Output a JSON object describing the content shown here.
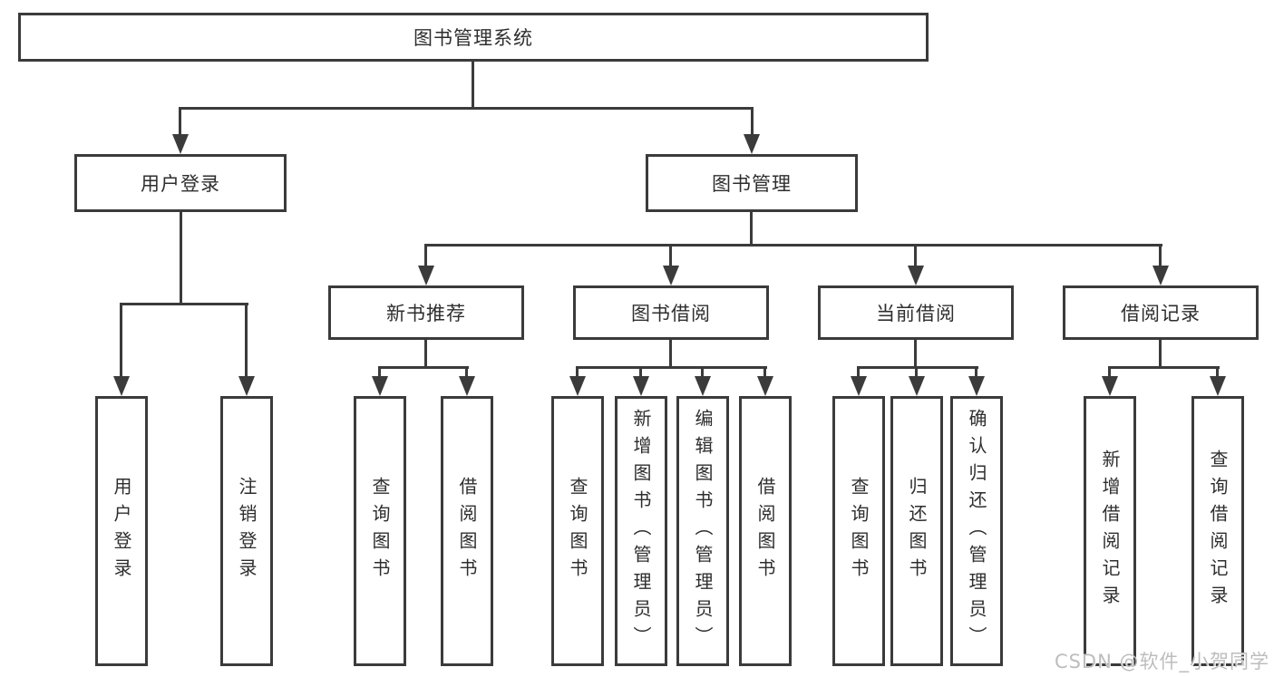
{
  "colors": {
    "line": "#3b3b3b",
    "text": "#2e2e2e",
    "background": "#ffffff",
    "watermark": "#bdbdbd"
  },
  "watermark": {
    "text": "CSDN @软件_小贺同学"
  },
  "diagram": {
    "type": "hierarchy-flowchart",
    "root": {
      "label": "图书管理系统"
    },
    "branches": [
      {
        "label": "用户登录",
        "children": [
          {
            "label": "用户登录"
          },
          {
            "label": "注销登录"
          }
        ]
      },
      {
        "label": "图书管理",
        "children": [
          {
            "label": "新书推荐",
            "children": [
              {
                "label": "查询图书"
              },
              {
                "label": "借阅图书"
              }
            ]
          },
          {
            "label": "图书借阅",
            "children": [
              {
                "label": "查询图书"
              },
              {
                "label": "新增图书（管理员）"
              },
              {
                "label": "编辑图书（管理员）"
              },
              {
                "label": "借阅图书"
              }
            ]
          },
          {
            "label": "当前借阅",
            "children": [
              {
                "label": "查询图书"
              },
              {
                "label": "归还图书"
              },
              {
                "label": "确认归还（管理员）"
              }
            ]
          },
          {
            "label": "借阅记录",
            "children": [
              {
                "label": "新增借阅记录"
              },
              {
                "label": "查询借阅记录"
              }
            ]
          }
        ]
      }
    ]
  }
}
